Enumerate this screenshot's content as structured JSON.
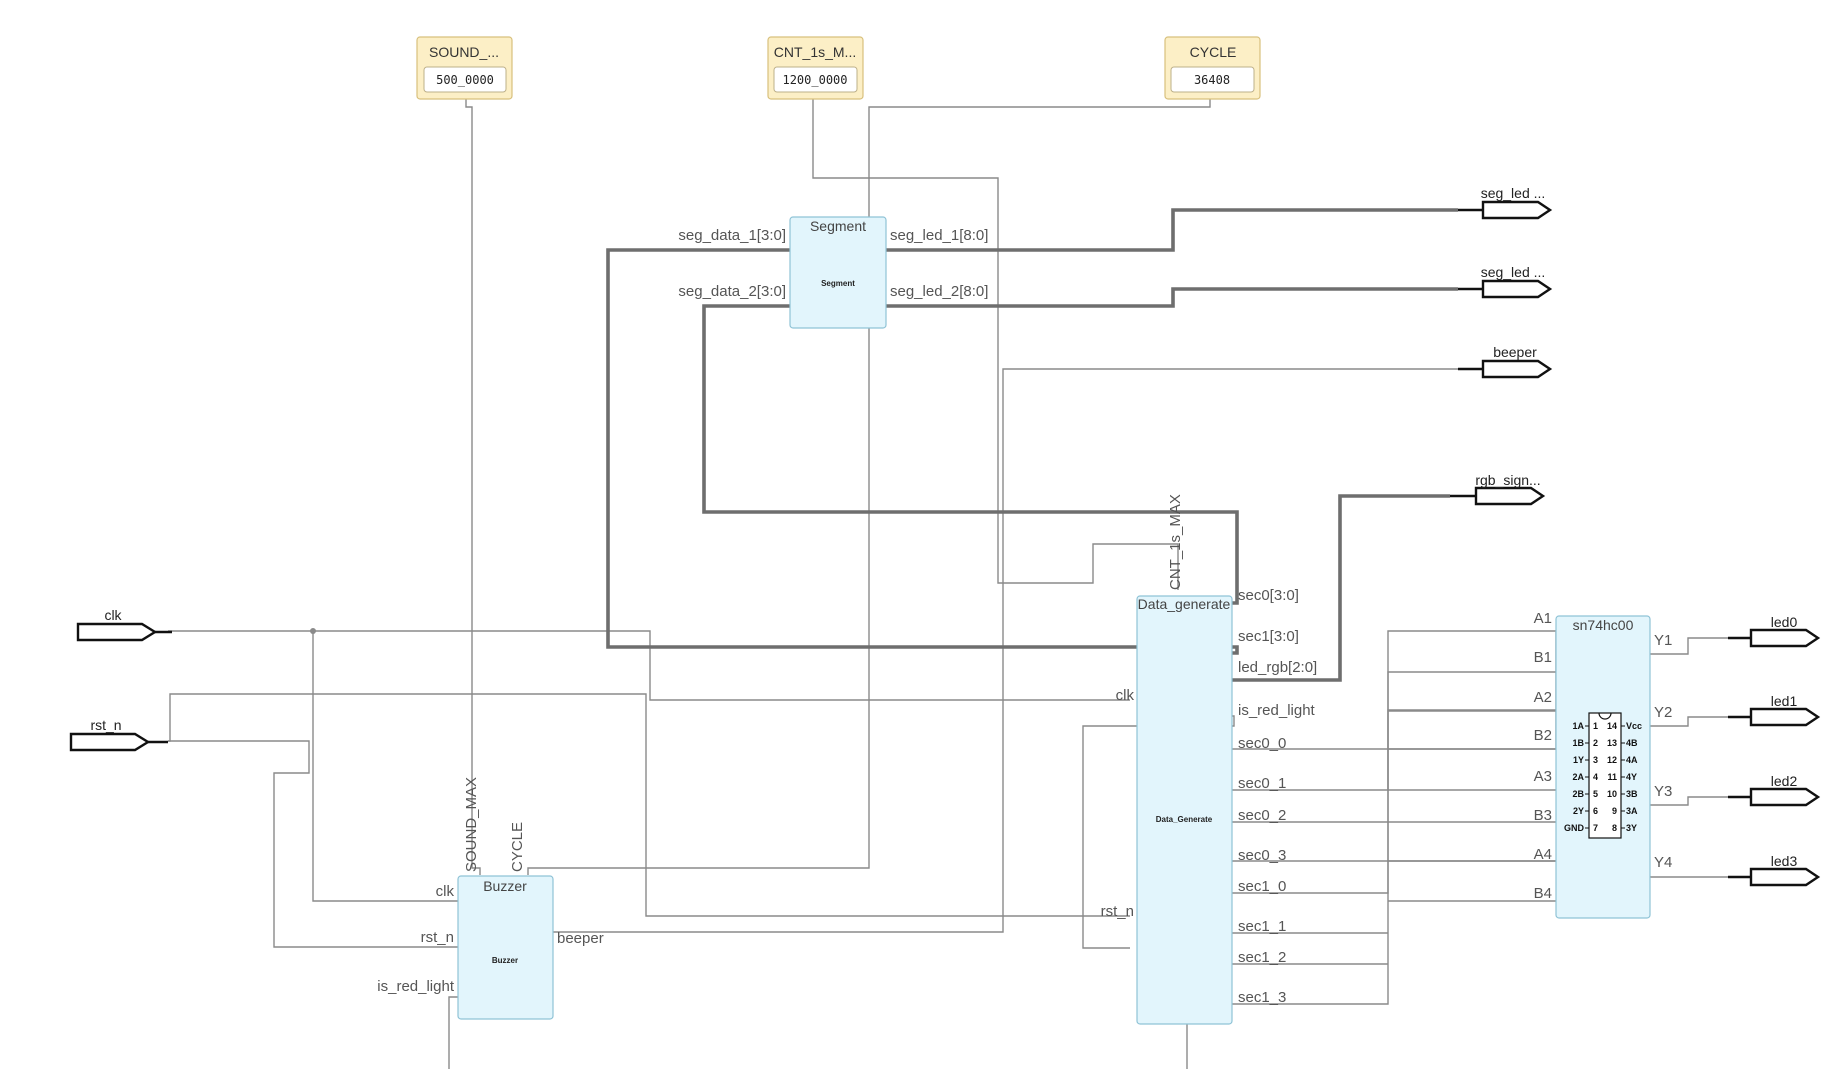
{
  "params": [
    {
      "id": "sound",
      "title": "SOUND_...",
      "value": "500_0000"
    },
    {
      "id": "cnt",
      "title": "CNT_1s_M...",
      "value": "1200_0000"
    },
    {
      "id": "cycle",
      "title": "CYCLE",
      "value": "36408"
    }
  ],
  "inputs": {
    "clk": "clk",
    "rst_n": "rst_n"
  },
  "outputs": {
    "seg_led_1": "seg_led ...",
    "seg_led_2": "seg_led ...",
    "beeper": "beeper",
    "rgb_sign": "rgb_sign...",
    "led0": "led0",
    "led1": "led1",
    "led2": "led2",
    "led3": "led3"
  },
  "segment": {
    "title": "Segment",
    "inner": "Segment",
    "pins": {
      "seg_data_1": "seg_data_1[3:0]",
      "seg_data_2": "seg_data_2[3:0]",
      "seg_led_1": "seg_led_1[8:0]",
      "seg_led_2": "seg_led_2[8:0]"
    }
  },
  "buzzer": {
    "title": "Buzzer",
    "inner": "Buzzer",
    "pins": {
      "sound_max": "SOUND_MAX",
      "cycle": "CYCLE",
      "clk": "clk",
      "rst_n": "rst_n",
      "is_red_light": "is_red_light",
      "beeper": "beeper"
    }
  },
  "data_generate": {
    "title": "Data_generate",
    "inner": "Data_Generate",
    "pins": {
      "cnt_max": "CNT_1s_MAX",
      "clk": "clk",
      "rst_n": "rst_n",
      "sec0": "sec0[3:0]",
      "sec1": "sec1[3:0]",
      "led_rgb": "led_rgb[2:0]",
      "is_red_light": "is_red_light",
      "sec0_0": "sec0_0",
      "sec0_1": "sec0_1",
      "sec0_2": "sec0_2",
      "sec0_3": "sec0_3",
      "sec1_0": "sec1_0",
      "sec1_1": "sec1_1",
      "sec1_2": "sec1_2",
      "sec1_3": "sec1_3"
    }
  },
  "sn74": {
    "title": "sn74hc00",
    "left_pins": [
      "A1",
      "B1",
      "A2",
      "B2",
      "A3",
      "B3",
      "A4",
      "B4"
    ],
    "right_pins": [
      "Y1",
      "Y2",
      "Y3",
      "Y4"
    ],
    "chip_left": [
      [
        "1A",
        "1"
      ],
      [
        "1B",
        "2"
      ],
      [
        "1Y",
        "3"
      ],
      [
        "2A",
        "4"
      ],
      [
        "2B",
        "5"
      ],
      [
        "2Y",
        "6"
      ],
      [
        "GND",
        "7"
      ]
    ],
    "chip_right": [
      [
        "14",
        "Vcc"
      ],
      [
        "13",
        "4B"
      ],
      [
        "12",
        "4A"
      ],
      [
        "11",
        "4Y"
      ],
      [
        "10",
        "3B"
      ],
      [
        "9",
        "3A"
      ],
      [
        "8",
        "3Y"
      ]
    ]
  }
}
